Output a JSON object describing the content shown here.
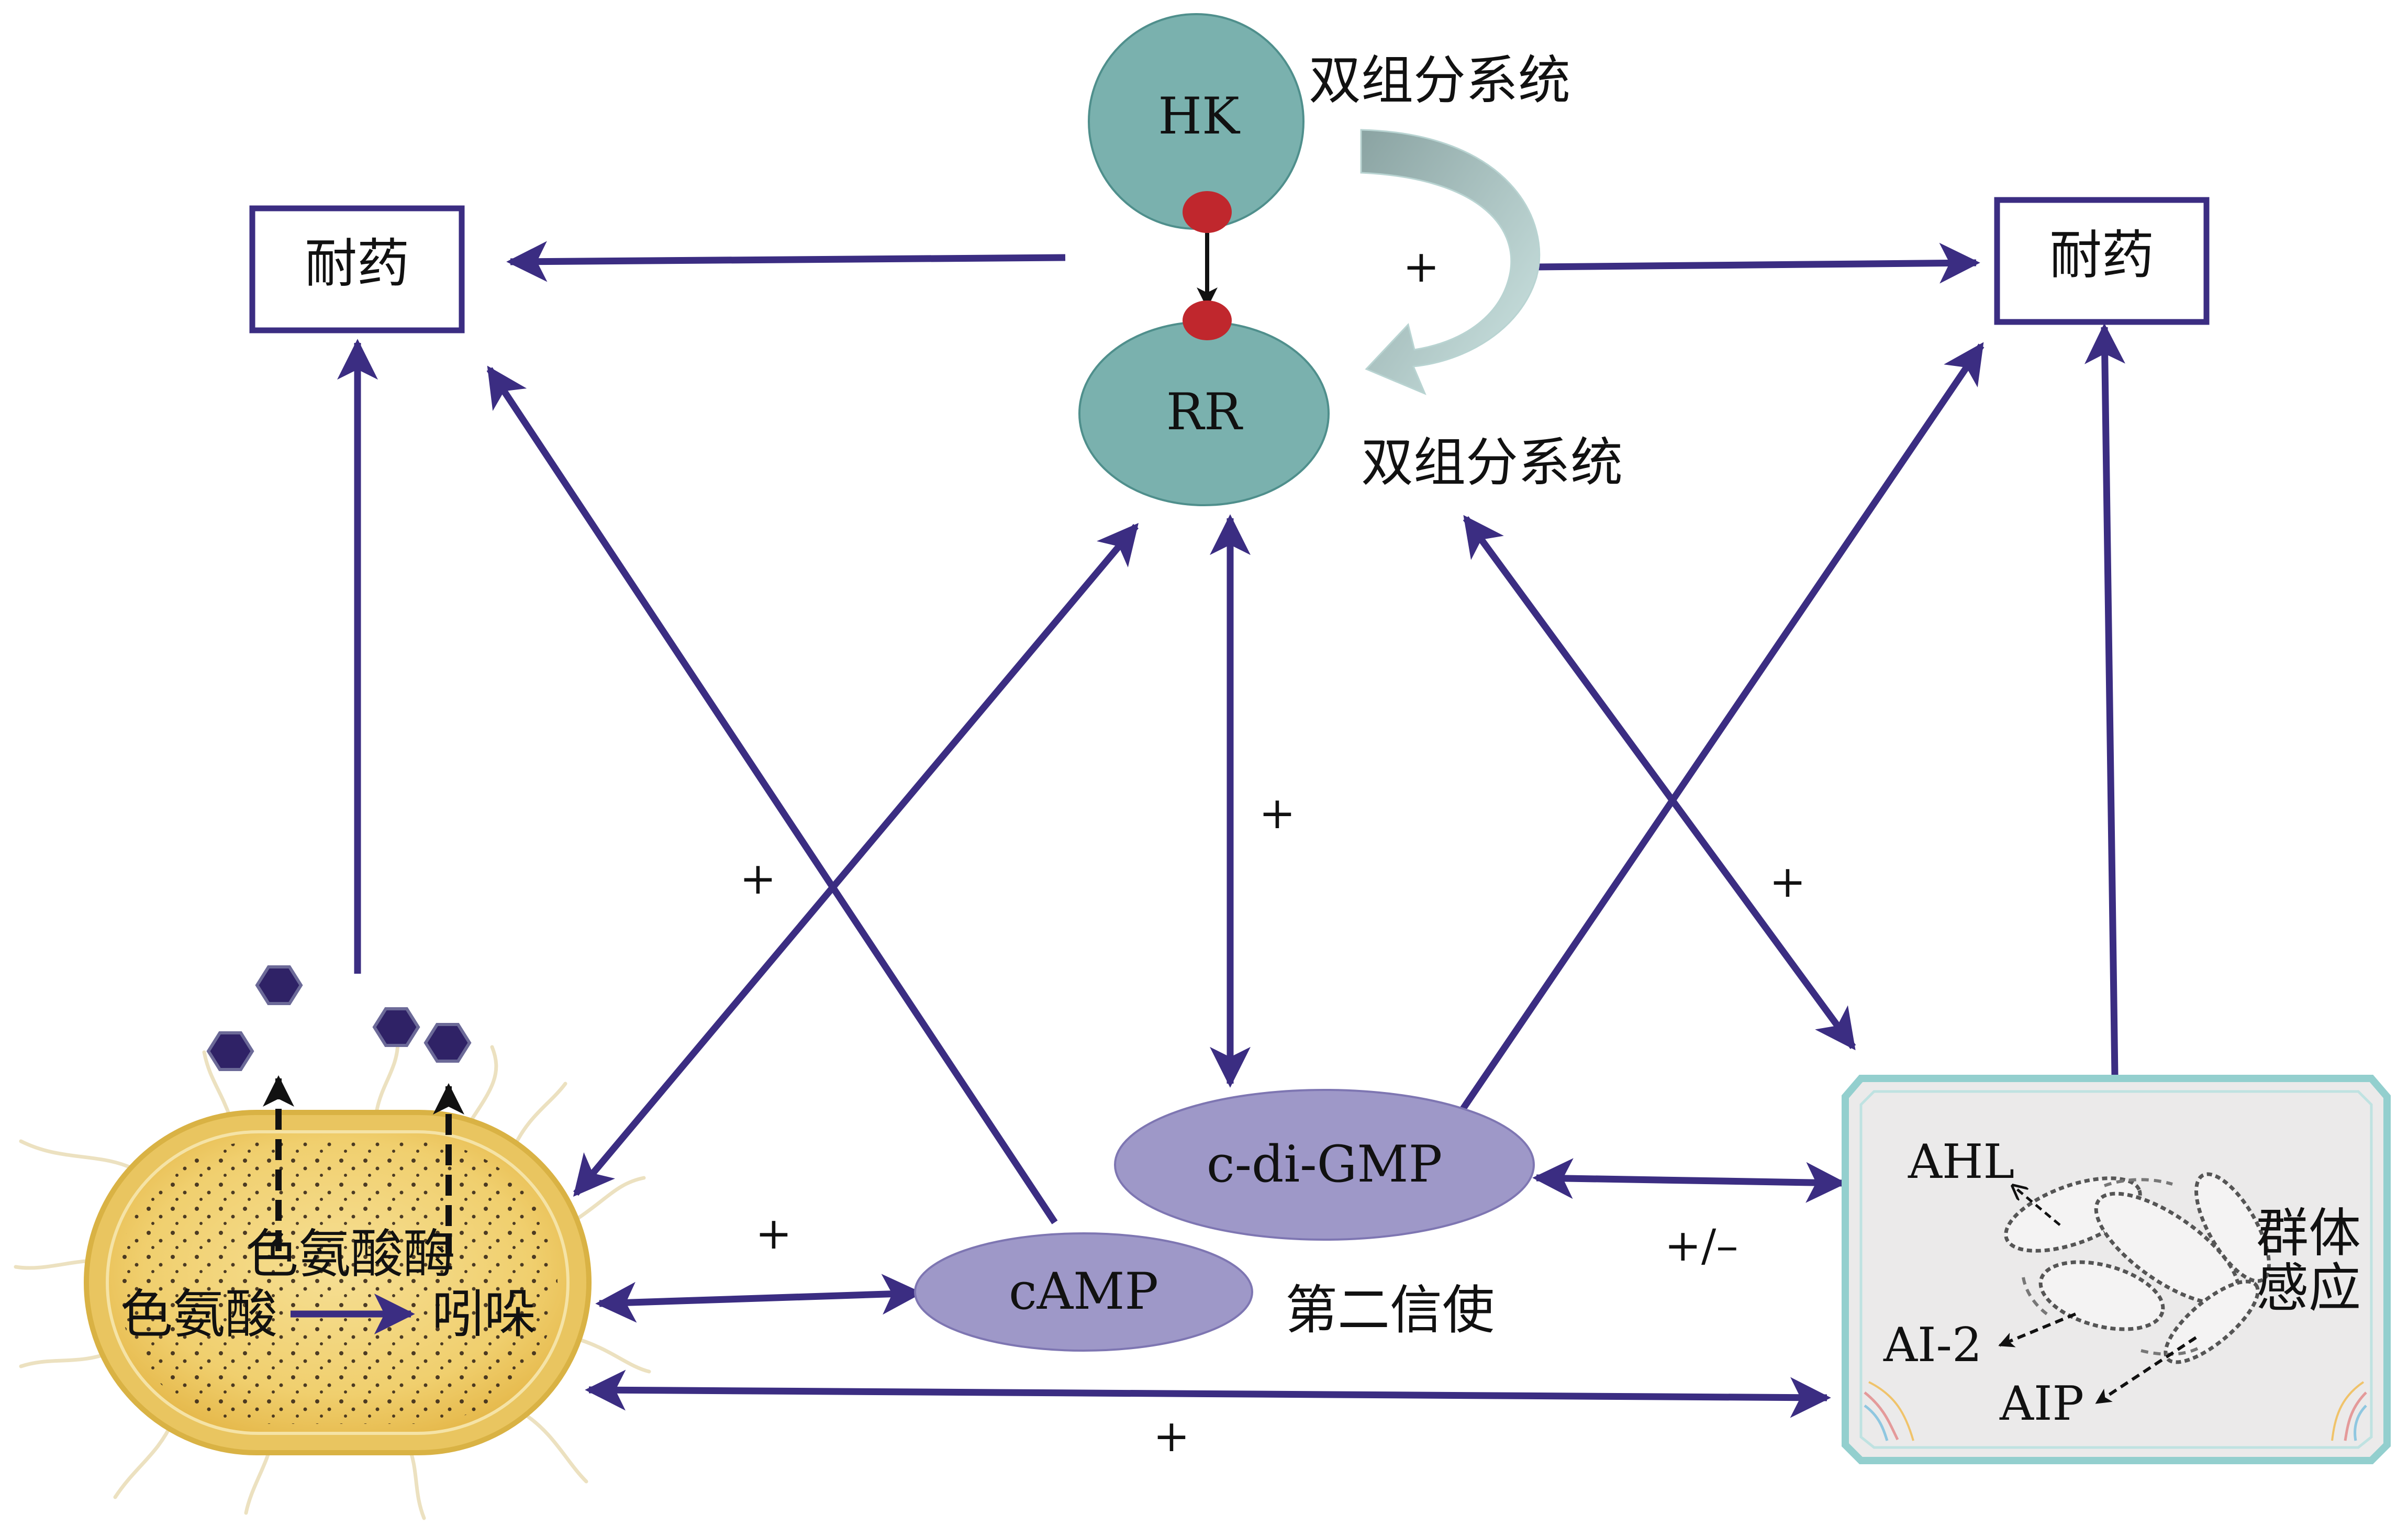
{
  "colors": {
    "arrow": "#3b2d82",
    "two_component": "#7ab1ae",
    "two_component_stroke": "#3f7f7c",
    "phospho": "#c0272d",
    "messenger": "#9e98c8",
    "messenger_stroke": "#7e76b2",
    "indole": "#2f2266",
    "cell_fill": "#f1d77a",
    "cell_rim": "#d9b244",
    "qs_border": "#93cfce",
    "qs_fill": "#ebeaea"
  },
  "labels": {
    "hk": "HK",
    "rr": "RR",
    "tcs_top": "双组分系统",
    "tcs_bottom": "双组分系统",
    "resistance_left": "耐药",
    "resistance_right": "耐药",
    "cdigmp": "c-di-GMP",
    "camp": "cAMP",
    "second_messenger": "第二信使",
    "quorum_sensing_1": "群体",
    "quorum_sensing_2": "感应",
    "ahl": "AHL",
    "ai2": "AI-2",
    "aip": "AIP",
    "tryptophanase": "色氨酸酶",
    "tryptophan": "色氨酸",
    "indole": "吲哚"
  },
  "signs": {
    "tcs_feedback": "+",
    "cell_to_tcs": "+",
    "tcs_to_cdigmp": "+",
    "tcs_to_qs": "+",
    "cell_to_camp": "+",
    "cdigmp_to_qs": "+/–",
    "cell_to_qs": "+"
  }
}
